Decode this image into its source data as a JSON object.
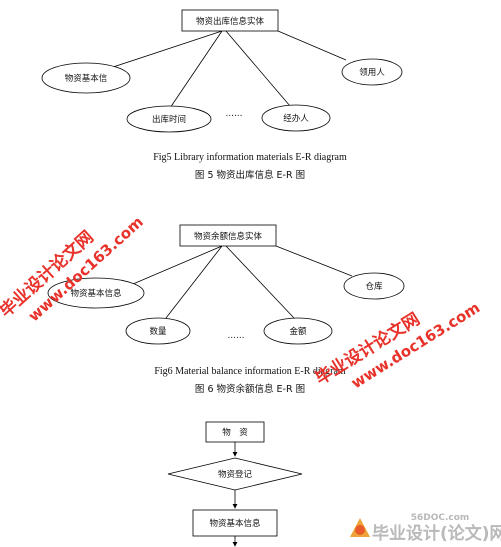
{
  "diagram1": {
    "entity": "物资出库信息实体",
    "attributes": [
      "物资基本信",
      "领用人",
      "出库时间",
      "经办人"
    ],
    "ellipsis": "……",
    "caption_en": "Fig5 Library information materials E-R diagram",
    "caption_cn": "图 5 物资出库信息 E-R 图"
  },
  "diagram2": {
    "entity": "物资余额信息实体",
    "attributes": [
      "物资基本信息",
      "仓库",
      "数量",
      "金额"
    ],
    "ellipsis": "……",
    "caption_en": "Fig6 Material balance information E-R diagram",
    "caption_cn": "图 6 物资余额信息 E-R 图"
  },
  "flowchart": {
    "start": "物　资",
    "decision": "物资登记",
    "process": "物资基本信息"
  },
  "watermarks": {
    "left_cn": "毕业设计论文网",
    "left_url": "www.doc163.com",
    "right_cn": "毕业设计论文网",
    "right_url": "www.doc163.com",
    "logo_small": "56DOC.com",
    "logo_text": "毕业设计(论文)网"
  }
}
